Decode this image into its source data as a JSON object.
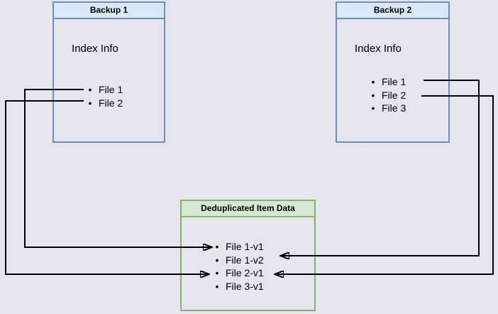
{
  "colors": {
    "page_bg": "#e6e5ee",
    "blue_fill": "#dae8fc",
    "blue_border": "#6c8ebf",
    "green_fill": "#d5e8d4",
    "green_border": "#82b366",
    "arrow": "#000000"
  },
  "bullet_glyph": "•",
  "backup1": {
    "title": "Backup 1",
    "subtitle": "Index Info",
    "items": [
      "File 1",
      "File 2"
    ]
  },
  "backup2": {
    "title": "Backup 2",
    "subtitle": "Index Info",
    "items": [
      "File 1",
      "File 2",
      "File 3"
    ]
  },
  "dedup": {
    "title": "Deduplicated Item Data",
    "items": [
      "File 1-v1",
      "File 1-v2",
      "File 2-v1",
      "File 3-v1"
    ]
  },
  "edges": [
    {
      "from": "Backup 1 / File 1",
      "to": "File 1-v1",
      "route": "left"
    },
    {
      "from": "Backup 1 / File 2",
      "to": "File 2-v1",
      "route": "left"
    },
    {
      "from": "Backup 2 / File 1",
      "to": "File 1-v2",
      "route": "right"
    },
    {
      "from": "Backup 2 / File 2",
      "to": "File 2-v1",
      "route": "right"
    }
  ]
}
